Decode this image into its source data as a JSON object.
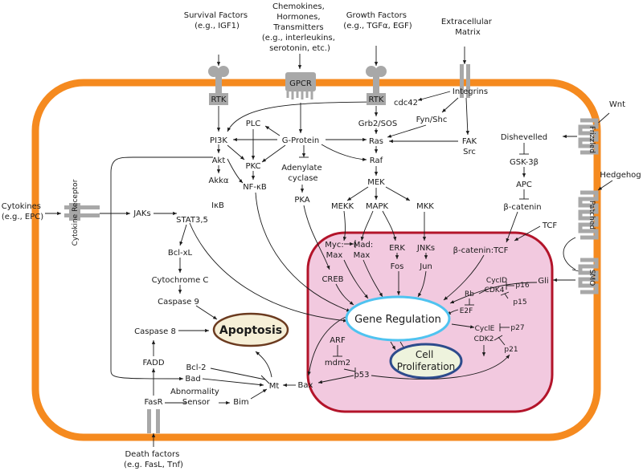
{
  "colors": {
    "cell_fill": "#ffffff",
    "cell_stroke": "#f58a1f",
    "nucleus_fill": "#f2c9df",
    "nucleus_stroke": "#b3142a",
    "receptor": "#a8a8a8",
    "gene_ring": "#4fc3f0",
    "apoptosis_fill": "#f6efd7",
    "apoptosis_stroke": "#6b3a1f",
    "prolif_fill": "#eef3dd",
    "prolif_stroke": "#2d4b8c"
  },
  "external": {
    "survival": [
      "Survival Factors",
      "(e.g., IGF1)"
    ],
    "chemokines": [
      "Chemokines,",
      "Hormones,",
      "Transmitters",
      "(e.g., interleukins,",
      "serotonin, etc.)"
    ],
    "growth": [
      "Growth Factors",
      "(e.g., TGFα, EGF)"
    ],
    "ecm": [
      "Extracellular",
      "Matrix"
    ],
    "wnt": "Wnt",
    "hedgehog": "Hedgehog",
    "cytokines": [
      "Cytokines",
      "(e.g., EPC)"
    ],
    "death": [
      "Death factors",
      "(e.g. FasL, Tnf)"
    ]
  },
  "receptors": {
    "rtk1": "RTK",
    "gpcr": "GPCR",
    "rtk2": "RTK",
    "integrins": "Integrins",
    "frizzled": "Frizzled",
    "patched": "Patched",
    "smo": "SMO",
    "cytokine_receptor": "Cytokine Receptor",
    "fasr": "FasR"
  },
  "nodes": {
    "pi3k": "PI3K",
    "akt": "Akt",
    "akka": "Akkα",
    "plc": "PLC",
    "pkc": "PKC",
    "nfkb": "NF-κB",
    "ikb": "IκB",
    "gprotein": "G-Protein",
    "adenylate": [
      "Adenylate",
      "cyclase"
    ],
    "pka": "PKA",
    "cdc42": "cdc42",
    "grb2": "Grb2/SOS",
    "fynshc": "Fyn/Shc",
    "ras": "Ras",
    "fak": "FAK",
    "src": "Src",
    "raf": "Raf",
    "mek": "MEK",
    "mekk": "MEKK",
    "mapk": "MAPK",
    "mkk": "MKK",
    "dishevelled": "Dishevelled",
    "gsk": "GSK-3β",
    "apc": "APC",
    "bcatenin": "β-catenin",
    "tcf": "TCF",
    "jaks": "JAKs",
    "stat": "STAT3,5",
    "bclxl": "Bcl-xL",
    "cytc": "Cytochrome C",
    "casp9": "Caspase 9",
    "casp8": "Caspase 8",
    "fadd": "FADD",
    "bad": "Bad",
    "bcl2": "Bcl-2",
    "abnormality": [
      "Abnormality",
      "Sensor"
    ],
    "bim": "Bim",
    "mt": "Mt",
    "bax": "Bax"
  },
  "nucleus": {
    "myc": "Myc:",
    "mad": "Mad:",
    "max1": "Max",
    "max2": "Max",
    "erk": "ERK",
    "fos": "Fos",
    "jnks": "JNKs",
    "jun": "Jun",
    "creb": "CREB",
    "bcat_tcf": "β-catenin:TCF",
    "gli": "Gli",
    "cycld": "CycID",
    "cdk4": "CDK4",
    "p16": "p16",
    "p15": "p15",
    "rb": "Rb",
    "e2f": "E2F",
    "cycle": "CyclE",
    "cdk2": "CDK2",
    "p27": "p27",
    "p21": "p21",
    "arf": "ARF",
    "mdm2": "mdm2",
    "p53": "p53"
  },
  "hubs": {
    "gene_regulation": "Gene Regulation",
    "cell": "Cell",
    "proliferation": "Proliferation",
    "apoptosis": "Apoptosis"
  }
}
